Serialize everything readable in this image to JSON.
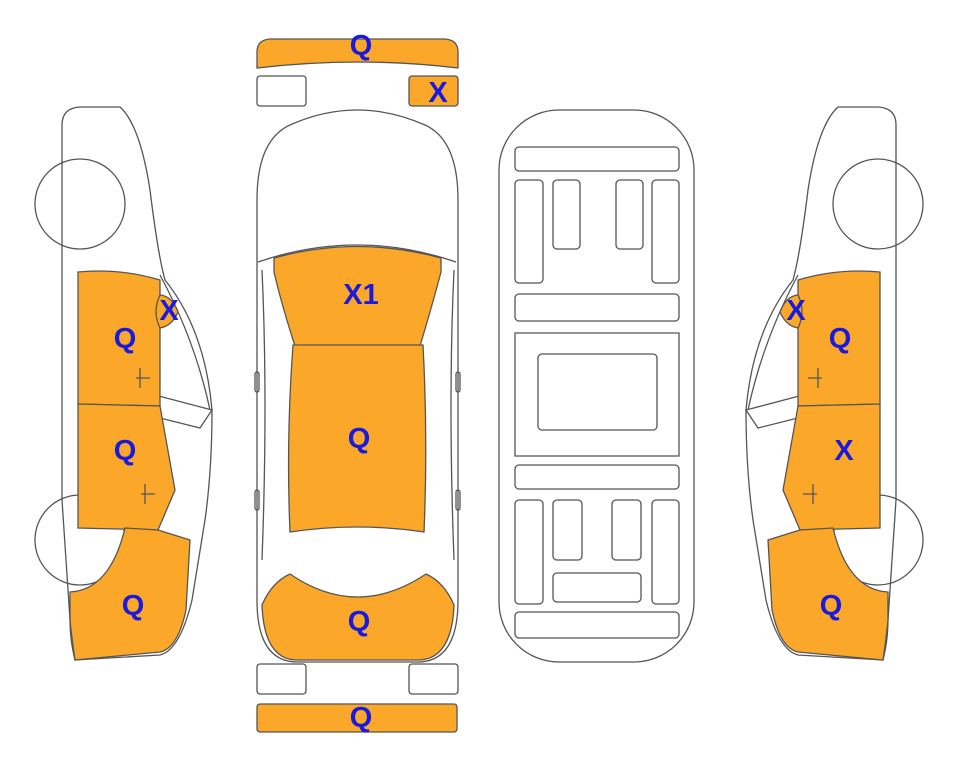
{
  "colors": {
    "marked_panel": "#FBA82A",
    "unmarked_panel": "#FFFFFF",
    "outline": "#555555",
    "mark_text": "#1A1ADC"
  },
  "views": {
    "front": {
      "bumper_mark": "Q",
      "grille_right_mark": "X"
    },
    "top": {
      "hood_mark": "X1",
      "roof_mark": "Q",
      "trunk_mark": "Q"
    },
    "rear": {
      "bumper_mark": "Q"
    },
    "left_side": {
      "front_fender_mark": "X",
      "front_door_mark": "Q",
      "rear_door_mark": "Q",
      "rear_quarter_mark": "Q"
    },
    "right_side": {
      "front_fender_mark": "X",
      "front_door_mark": "Q",
      "rear_door_mark": "X",
      "rear_quarter_mark": "Q"
    }
  }
}
